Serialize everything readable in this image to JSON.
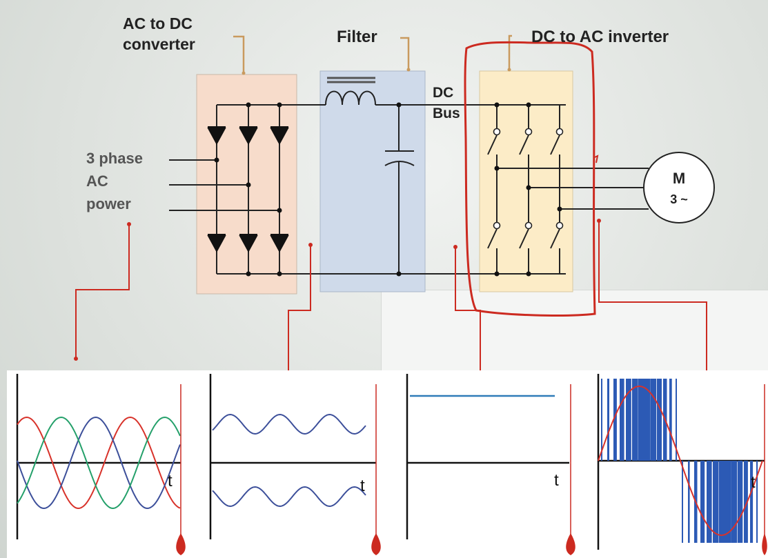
{
  "labels": {
    "rectifier_title_line1": "AC to DC",
    "rectifier_title_line2": "converter",
    "filter_title": "Filter",
    "inverter_title": "DC to AC inverter",
    "dc_bus_line1": "DC",
    "dc_bus_line2": "Bus",
    "input_line1": "3 phase",
    "input_line2": "AC",
    "input_line3": "power",
    "motor_line1": "M",
    "motor_line2": "3 ~"
  },
  "graphs": {
    "axis_label": "t"
  },
  "colors": {
    "rectifier_block": "#f7dccb",
    "filter_block": "#cfdaea",
    "inverter_block": "#fcecc7",
    "pointer": "#c99a5e",
    "annotation": "#cc2a20",
    "dc_line": "#2f7cb8",
    "pwm_bars": "#2c5ab5",
    "phase_red": "#d8322a",
    "phase_blue": "#3c4f9a",
    "phase_green": "#24a06a"
  }
}
